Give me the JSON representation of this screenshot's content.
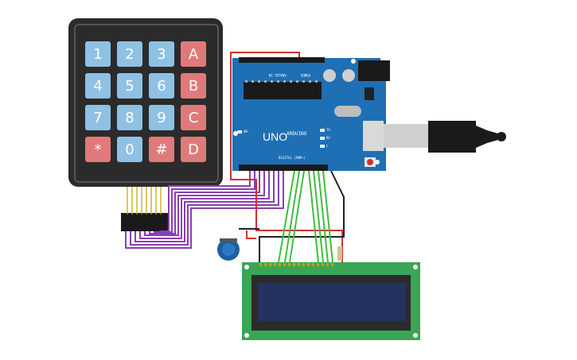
{
  "keypad": {
    "keys": [
      {
        "label": "1",
        "kind": "num"
      },
      {
        "label": "2",
        "kind": "num"
      },
      {
        "label": "3",
        "kind": "num"
      },
      {
        "label": "A",
        "kind": "alt"
      },
      {
        "label": "4",
        "kind": "num"
      },
      {
        "label": "5",
        "kind": "num"
      },
      {
        "label": "6",
        "kind": "num"
      },
      {
        "label": "B",
        "kind": "alt"
      },
      {
        "label": "7",
        "kind": "num"
      },
      {
        "label": "8",
        "kind": "num"
      },
      {
        "label": "9",
        "kind": "num"
      },
      {
        "label": "C",
        "kind": "alt"
      },
      {
        "label": "*",
        "kind": "alt"
      },
      {
        "label": "0",
        "kind": "num"
      },
      {
        "label": "#",
        "kind": "alt"
      },
      {
        "label": "D",
        "kind": "alt"
      }
    ]
  },
  "arduino": {
    "brand": "ARDUINO",
    "model": "UNO",
    "analog_label": "ANALOG IN",
    "power_label": "POWER",
    "digital_label": "DIGITAL (PWM~)",
    "tx_label": "TX",
    "rx_label": "RX",
    "l_label": "L",
    "on_label": "ON"
  },
  "colors": {
    "board": "#1f6fb5",
    "keypad": "#2b2b2b",
    "lcd_board": "#3aa655",
    "lcd_screen": "#23325e",
    "wire_purple": "#8a3fb0",
    "wire_green": "#3cbf3c",
    "wire_red": "#d23030",
    "wire_black": "#222222"
  }
}
